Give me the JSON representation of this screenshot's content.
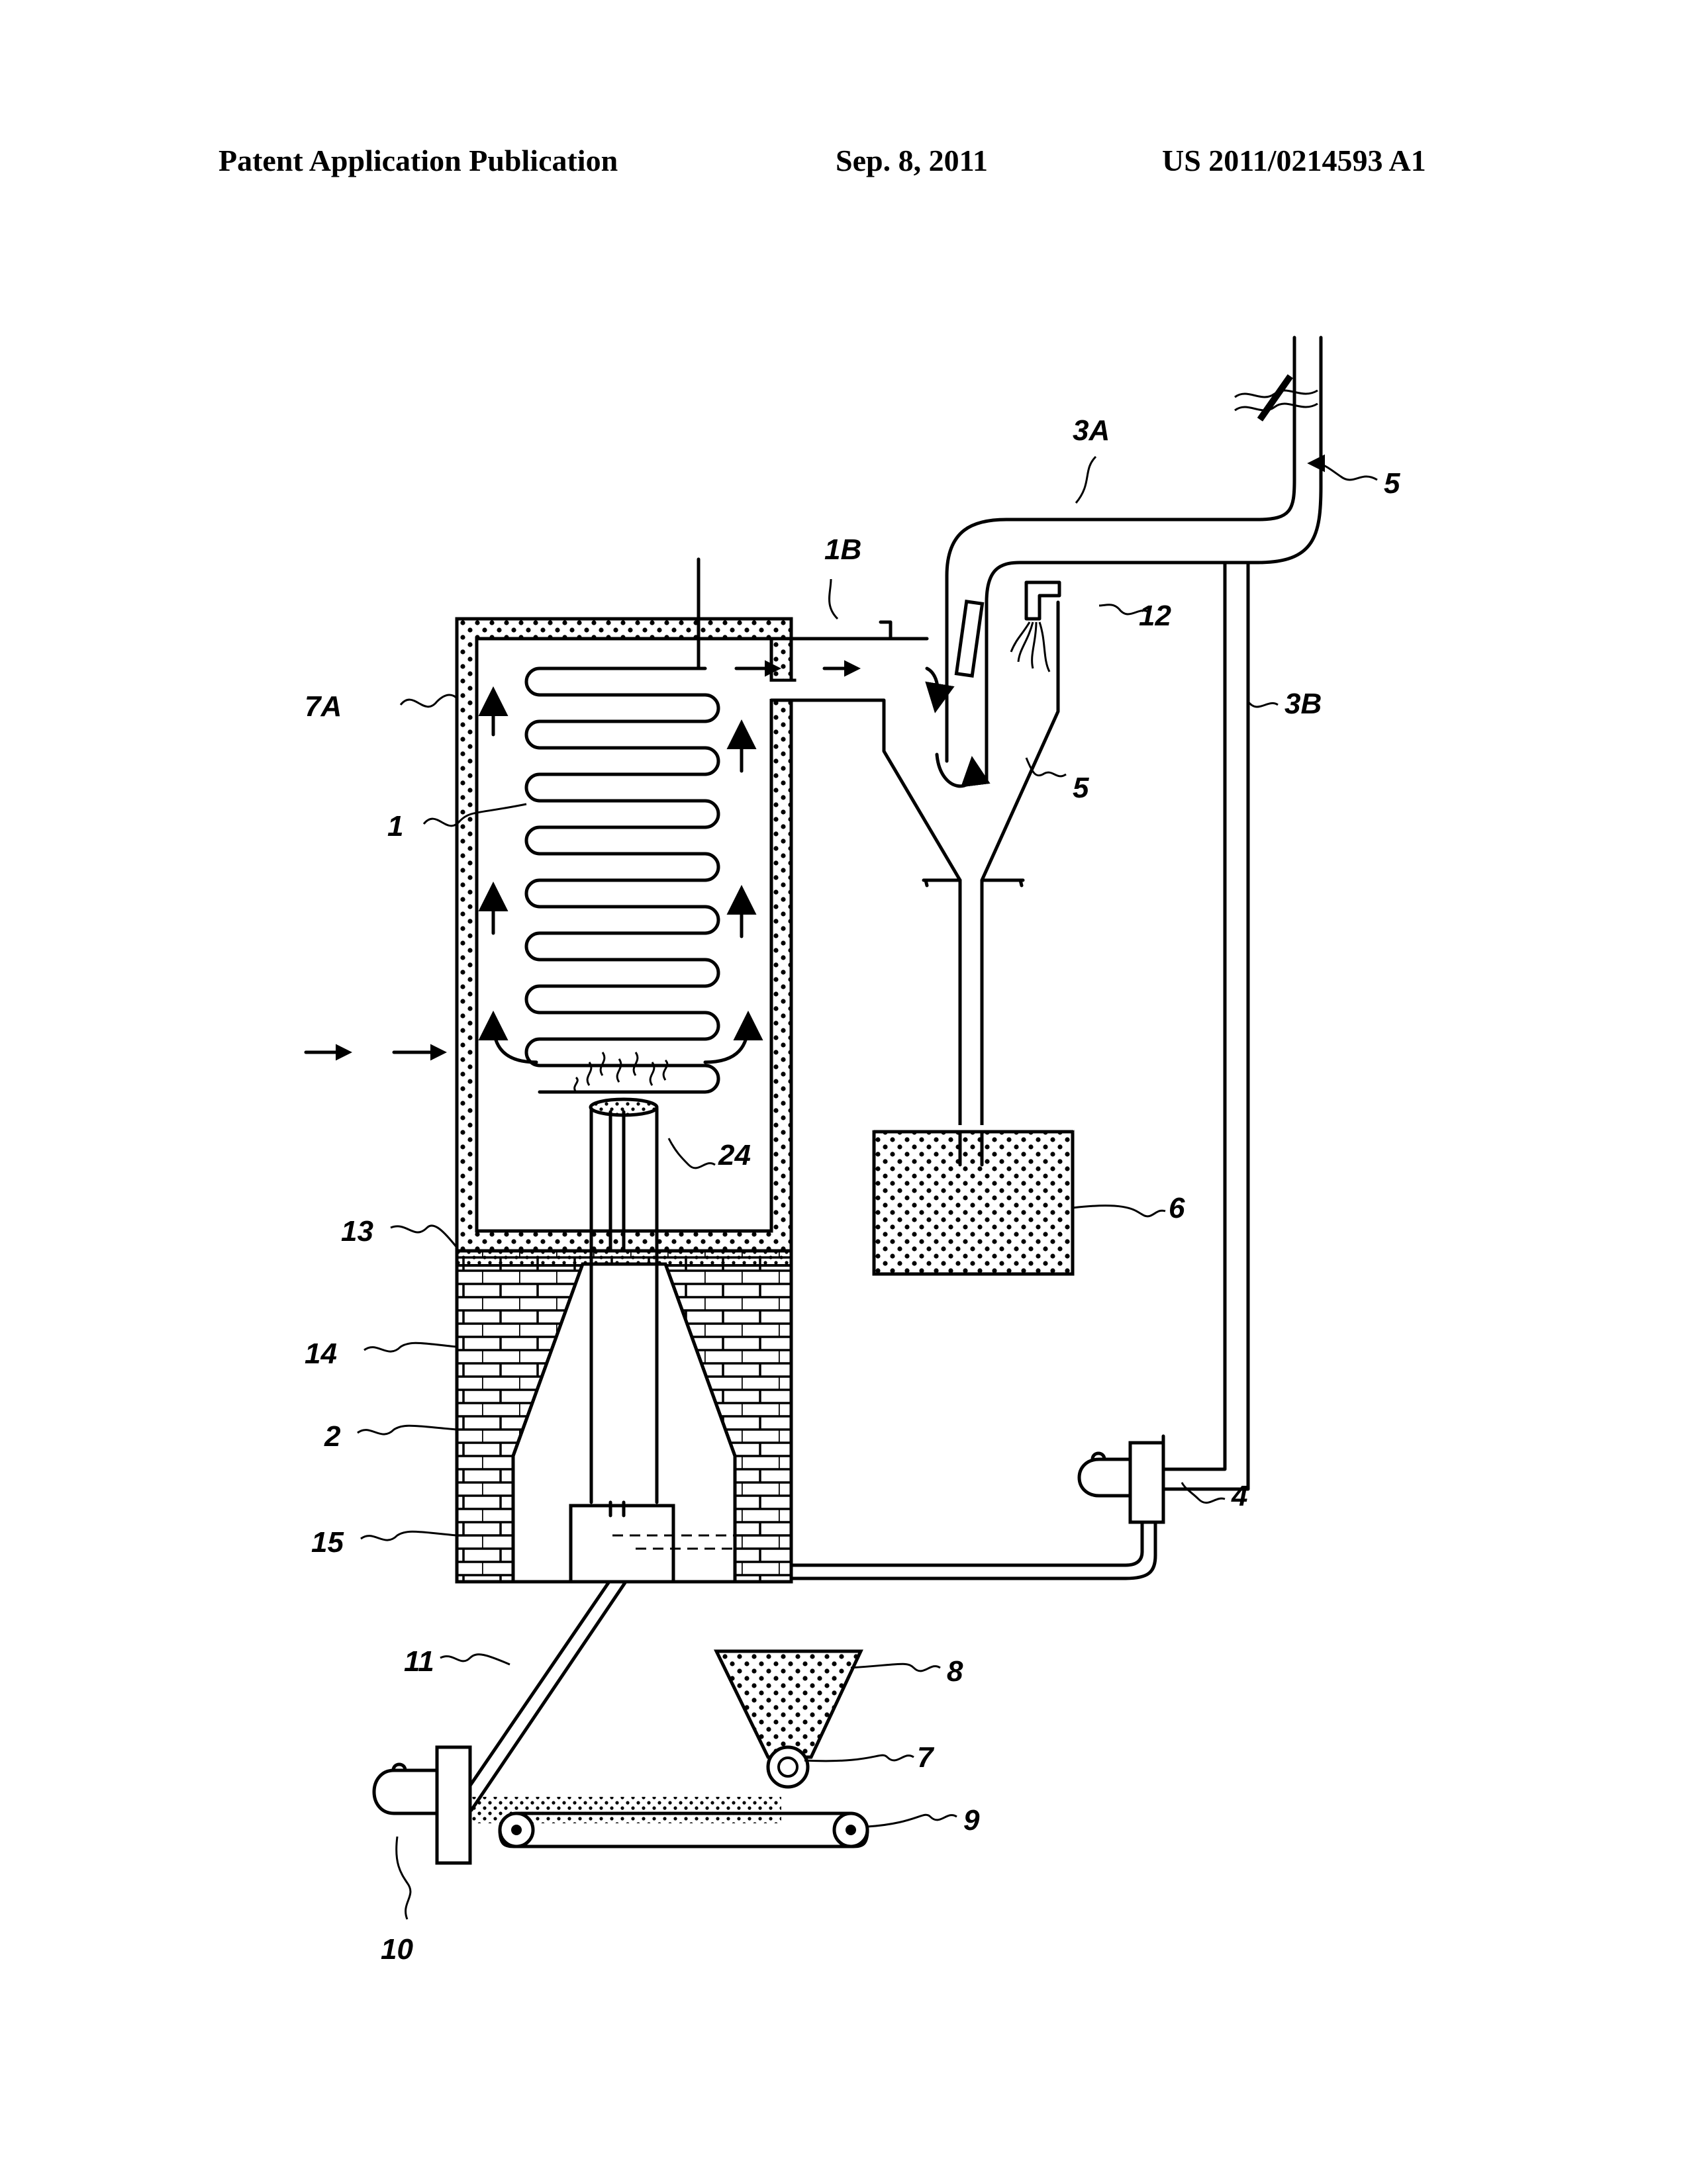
{
  "header": {
    "left": "Patent Application Publication",
    "date": "Sep. 8, 2011",
    "number": "US 2011/0214593 A1"
  },
  "labels": {
    "l1": "1",
    "l1B": "1B",
    "l2": "2",
    "l3A": "3A",
    "l3B": "3B",
    "l4": "4",
    "l5_top": "5",
    "l5_cyc": "5",
    "l6": "6",
    "l7": "7",
    "l7A": "7A",
    "l8": "8",
    "l9": "9",
    "l10": "10",
    "l11": "11",
    "l12": "12",
    "l13": "13",
    "l14": "14",
    "l15": "15",
    "l24": "24"
  }
}
